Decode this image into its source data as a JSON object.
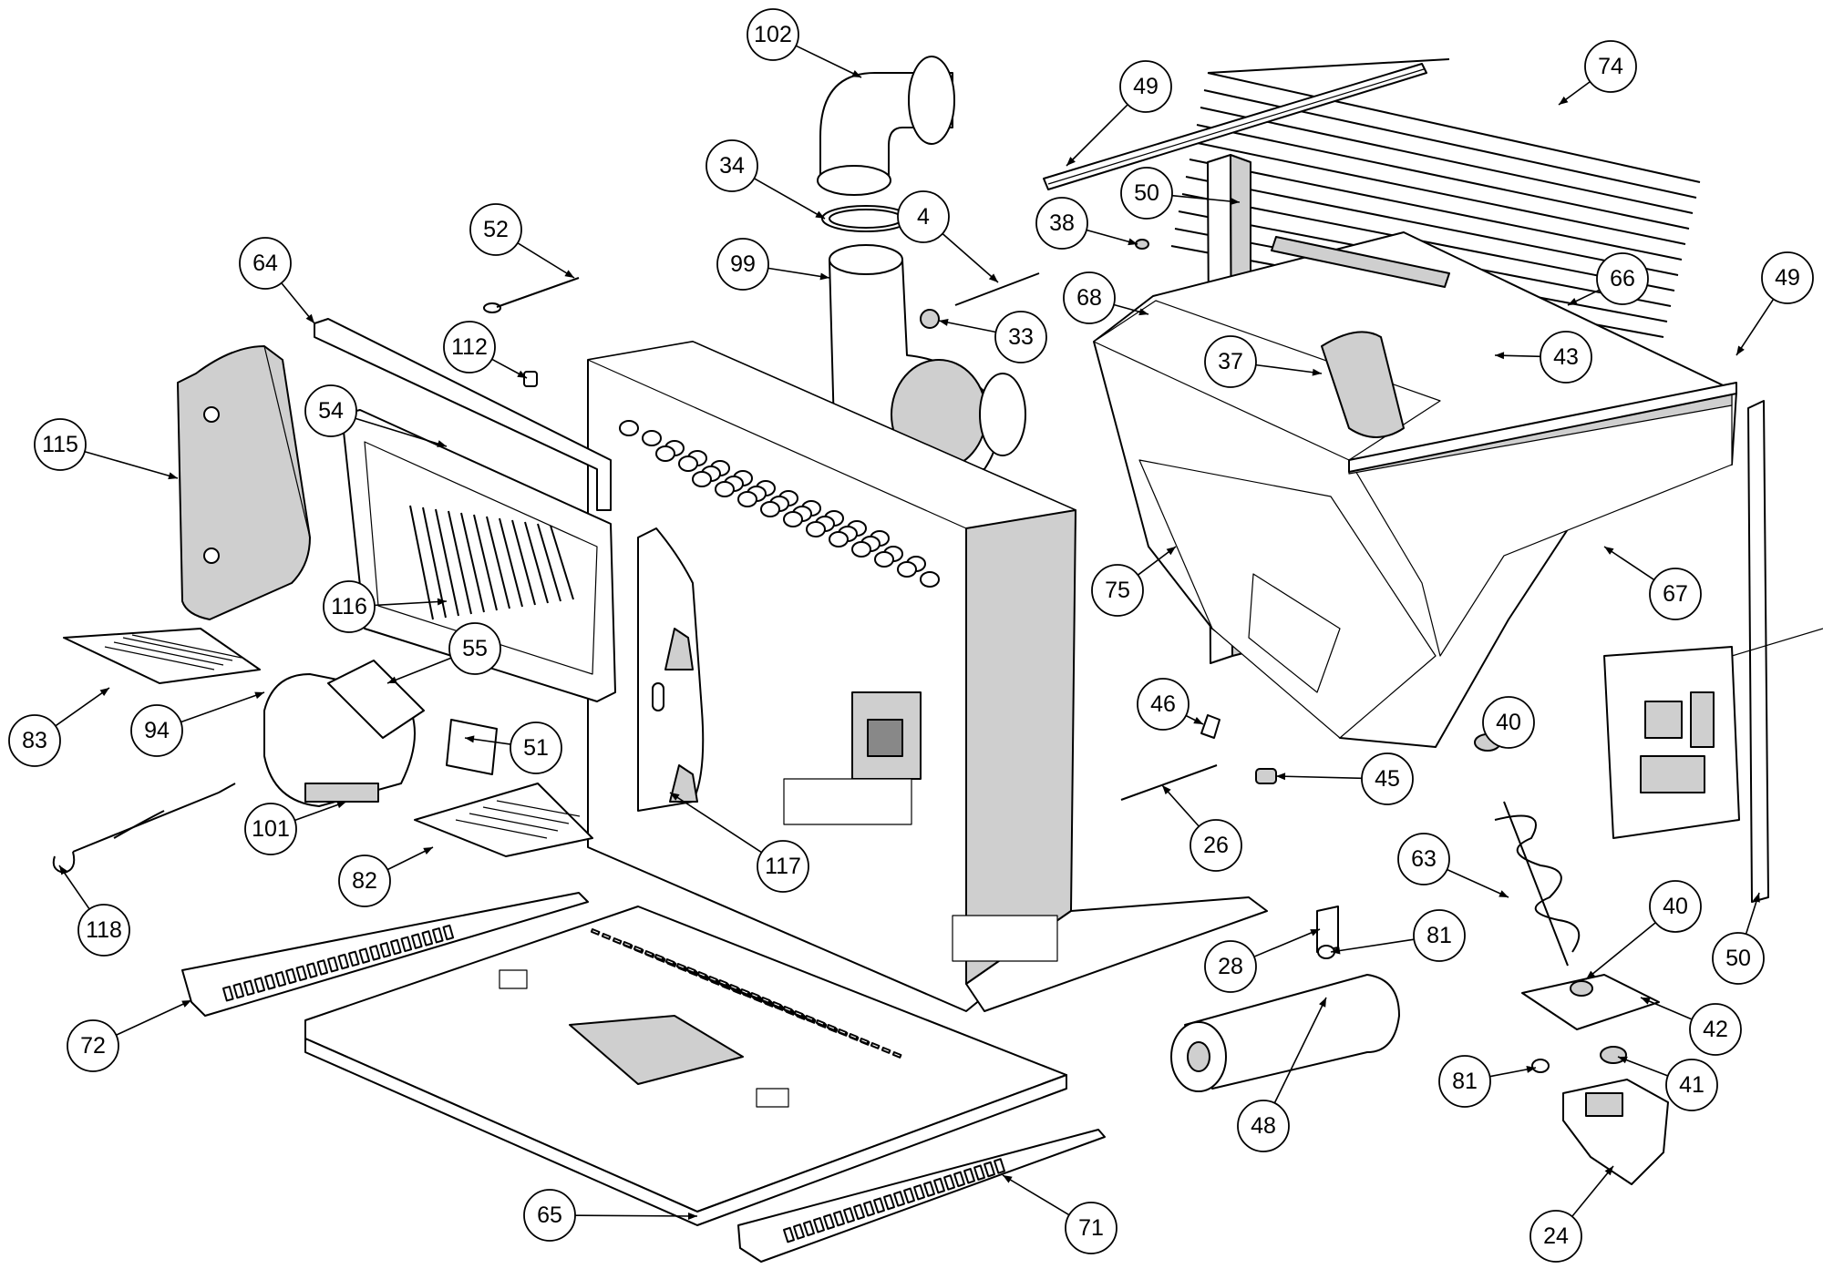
{
  "callouts": [
    {
      "id": "c102",
      "label": "102"
    },
    {
      "id": "c34",
      "label": "34"
    },
    {
      "id": "c99",
      "label": "99"
    },
    {
      "id": "c4",
      "label": "4"
    },
    {
      "id": "c33",
      "label": "33"
    },
    {
      "id": "c38",
      "label": "38"
    },
    {
      "id": "c50a",
      "label": "50"
    },
    {
      "id": "c49a",
      "label": "49"
    },
    {
      "id": "c74",
      "label": "74"
    },
    {
      "id": "c66",
      "label": "66"
    },
    {
      "id": "c49b",
      "label": "49"
    },
    {
      "id": "c68",
      "label": "68"
    },
    {
      "id": "c37",
      "label": "37"
    },
    {
      "id": "c43",
      "label": "43"
    },
    {
      "id": "c75",
      "label": "75"
    },
    {
      "id": "c67",
      "label": "67"
    },
    {
      "id": "c52",
      "label": "52"
    },
    {
      "id": "c64",
      "label": "64"
    },
    {
      "id": "c112",
      "label": "112"
    },
    {
      "id": "c54",
      "label": "54"
    },
    {
      "id": "c115",
      "label": "115"
    },
    {
      "id": "c116",
      "label": "116"
    },
    {
      "id": "c55",
      "label": "55"
    },
    {
      "id": "c83",
      "label": "83"
    },
    {
      "id": "c94",
      "label": "94"
    },
    {
      "id": "c51",
      "label": "51"
    },
    {
      "id": "c101",
      "label": "101"
    },
    {
      "id": "c82",
      "label": "82"
    },
    {
      "id": "c117",
      "label": "117"
    },
    {
      "id": "c118",
      "label": "118"
    },
    {
      "id": "c46",
      "label": "46"
    },
    {
      "id": "c45",
      "label": "45"
    },
    {
      "id": "c26",
      "label": "26"
    },
    {
      "id": "c40a",
      "label": "40"
    },
    {
      "id": "c63",
      "label": "63"
    },
    {
      "id": "c40b",
      "label": "40"
    },
    {
      "id": "c50b",
      "label": "50"
    },
    {
      "id": "c28",
      "label": "28"
    },
    {
      "id": "c81a",
      "label": "81"
    },
    {
      "id": "c42",
      "label": "42"
    },
    {
      "id": "c81b",
      "label": "81"
    },
    {
      "id": "c41",
      "label": "41"
    },
    {
      "id": "c48",
      "label": "48"
    },
    {
      "id": "c24",
      "label": "24"
    },
    {
      "id": "c72",
      "label": "72"
    },
    {
      "id": "c65",
      "label": "65"
    },
    {
      "id": "c71",
      "label": "71"
    }
  ]
}
